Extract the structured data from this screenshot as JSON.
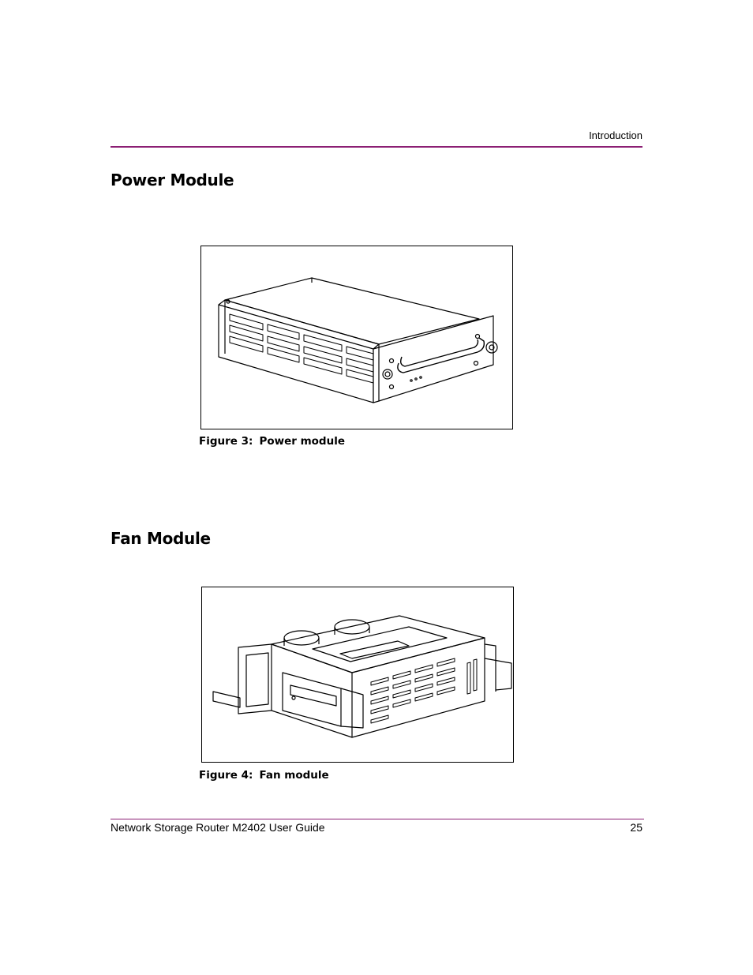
{
  "header": {
    "section": "Introduction"
  },
  "sections": [
    {
      "heading": "Power Module",
      "figure": {
        "label": "Figure 3:",
        "caption": "Power module"
      }
    },
    {
      "heading": "Fan Module",
      "figure": {
        "label": "Figure 4:",
        "caption": "Fan module"
      }
    }
  ],
  "footer": {
    "title": "Network Storage Router M2402 User Guide",
    "page_number": "25"
  },
  "colors": {
    "rule": "#8c1f74"
  }
}
